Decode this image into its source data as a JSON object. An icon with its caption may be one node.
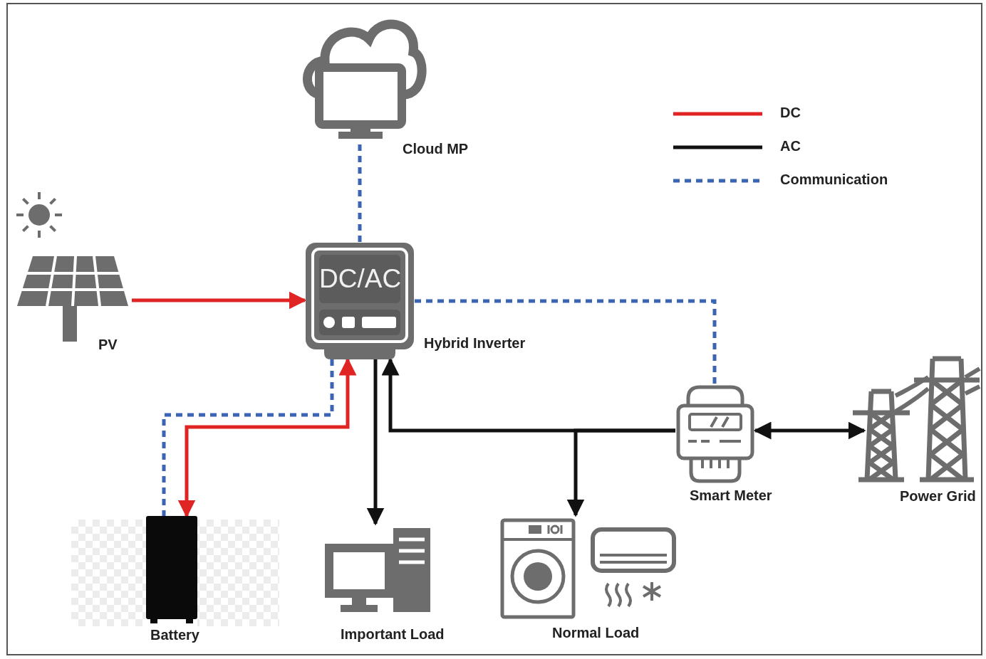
{
  "diagram": {
    "nodes": [
      {
        "text": [
          "Cloud MP"
        ]
      },
      {
        "text": [
          "PV"
        ]
      },
      {
        "text": [
          "DC/AC",
          "Hybrid Inverter"
        ]
      },
      {
        "text": [
          "Smart Meter"
        ]
      },
      {
        "text": [
          "Power Grid"
        ]
      },
      {
        "text": [
          "Battery"
        ]
      },
      {
        "text": [
          "Important Load"
        ]
      },
      {
        "text": [
          "Normal Load"
        ]
      }
    ],
    "edges": [
      {
        "from": 2,
        "to": 0,
        "arrow": "none",
        "style": "dashed",
        "color": "#3b64b4"
      },
      {
        "from": 1,
        "to": 2,
        "arrow": "to",
        "color": "#e02424"
      },
      {
        "from": 2,
        "to": 5,
        "arrow": "both",
        "color": "#e02424"
      },
      {
        "from": 2,
        "to": 5,
        "arrow": "none",
        "style": "dashed",
        "color": "#3b64b4"
      },
      {
        "from": 2,
        "to": 3,
        "arrow": "none",
        "style": "dashed",
        "color": "#3b64b4"
      },
      {
        "from": 2,
        "to": 6,
        "arrow": "to"
      },
      {
        "from": 3,
        "to": 2,
        "arrow": "to"
      },
      {
        "from": 3,
        "to": 7,
        "arrow": "to"
      },
      {
        "from": 3,
        "to": 4,
        "arrow": "both"
      }
    ],
    "legend": [
      {
        "text": "DC"
      },
      {
        "text": "AC"
      },
      {
        "text": "Communication"
      }
    ]
  }
}
